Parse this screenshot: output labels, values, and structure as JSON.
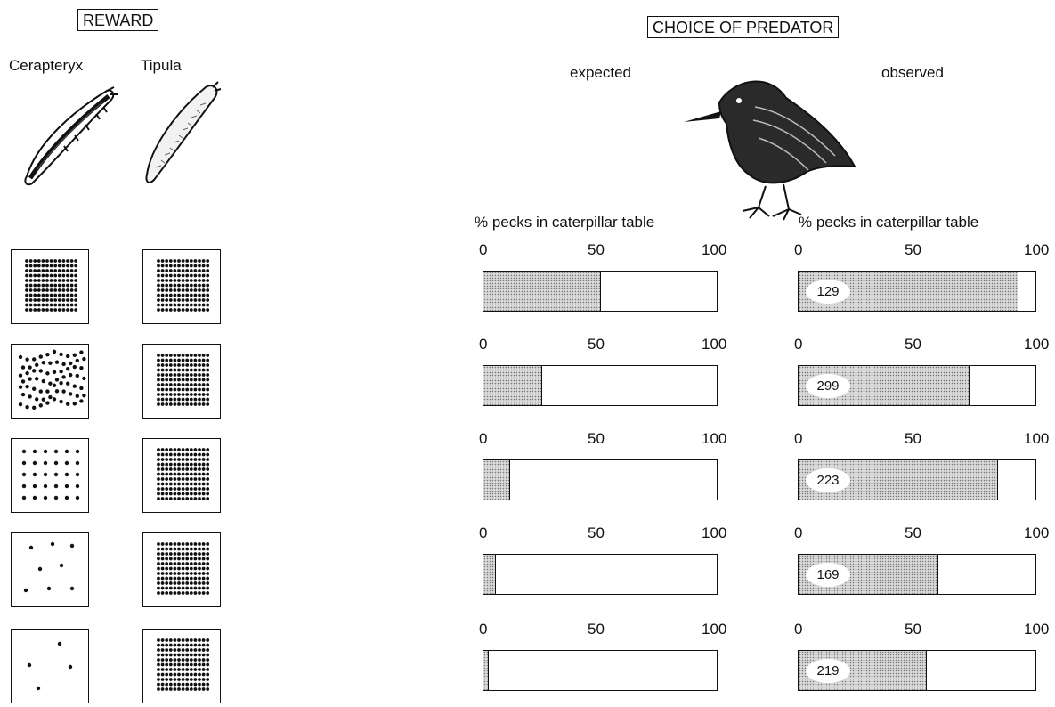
{
  "reward": {
    "title": "REWARD",
    "species": [
      "Cerapteryx",
      "Tipula"
    ]
  },
  "predator": {
    "title": "CHOICE OF PREDATOR",
    "expected_label": "expected",
    "observed_label": "observed",
    "axis_label": "% pecks in caterpillar table",
    "ticks": [
      "0",
      "50",
      "100"
    ]
  },
  "rows": [
    {
      "cerapteryx_pattern": "dense-grid",
      "tipula_pattern": "dense-grid",
      "expected_pct": 50,
      "observed_pct": 93,
      "count": "129"
    },
    {
      "cerapteryx_pattern": "medium-irregular",
      "tipula_pattern": "dense-grid",
      "expected_pct": 25,
      "observed_pct": 72,
      "count": "299"
    },
    {
      "cerapteryx_pattern": "sparse-grid",
      "tipula_pattern": "dense-grid",
      "expected_pct": 11,
      "observed_pct": 84,
      "count": "223"
    },
    {
      "cerapteryx_pattern": "few-dots",
      "tipula_pattern": "dense-grid",
      "expected_pct": 5,
      "observed_pct": 59,
      "count": "169"
    },
    {
      "cerapteryx_pattern": "very-few-dots",
      "tipula_pattern": "dense-grid",
      "expected_pct": 2,
      "observed_pct": 54,
      "count": "219"
    }
  ],
  "colors": {
    "ink": "#111111",
    "stipple_fill": "#d9d9d9"
  }
}
